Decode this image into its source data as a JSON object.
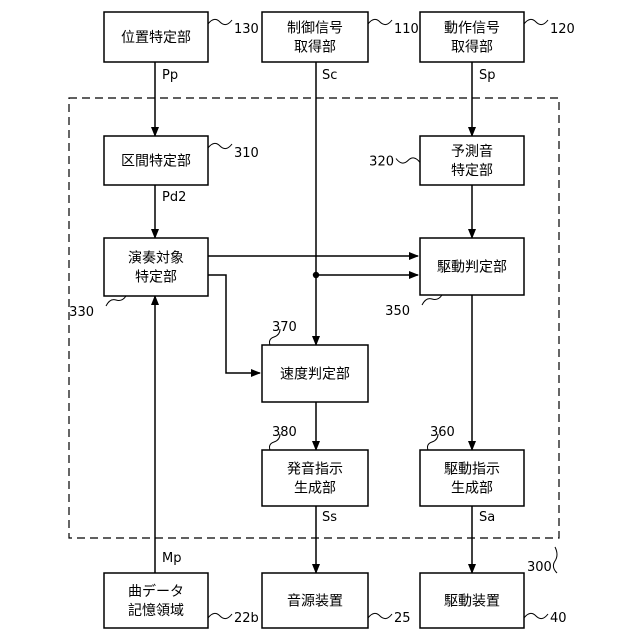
{
  "blocks": {
    "b130": {
      "lines": [
        "位置特定部"
      ],
      "ref": "130"
    },
    "b110": {
      "lines": [
        "制御信号",
        "取得部"
      ],
      "ref": "110"
    },
    "b120": {
      "lines": [
        "動作信号",
        "取得部"
      ],
      "ref": "120"
    },
    "b310": {
      "lines": [
        "区間特定部"
      ],
      "ref": "310"
    },
    "b320": {
      "lines": [
        "予測音",
        "特定部"
      ],
      "ref": "320"
    },
    "b330": {
      "lines": [
        "演奏対象",
        "特定部"
      ],
      "ref": "330"
    },
    "b350": {
      "lines": [
        "駆動判定部"
      ],
      "ref": "350"
    },
    "b370": {
      "lines": [
        "速度判定部"
      ],
      "ref": "370"
    },
    "b380": {
      "lines": [
        "発音指示",
        "生成部"
      ],
      "ref": "380"
    },
    "b360": {
      "lines": [
        "駆動指示",
        "生成部"
      ],
      "ref": "360"
    },
    "b22b": {
      "lines": [
        "曲データ",
        "記憶領域"
      ],
      "ref": "22b"
    },
    "b25": {
      "lines": [
        "音源装置"
      ],
      "ref": "25"
    },
    "b40": {
      "lines": [
        "駆動装置"
      ],
      "ref": "40"
    }
  },
  "signals": {
    "pp": "Pp",
    "sc": "Sc",
    "sp": "Sp",
    "pd2": "Pd2",
    "ss": "Ss",
    "sa": "Sa",
    "mp": "Mp"
  },
  "group": {
    "ref": "300"
  }
}
